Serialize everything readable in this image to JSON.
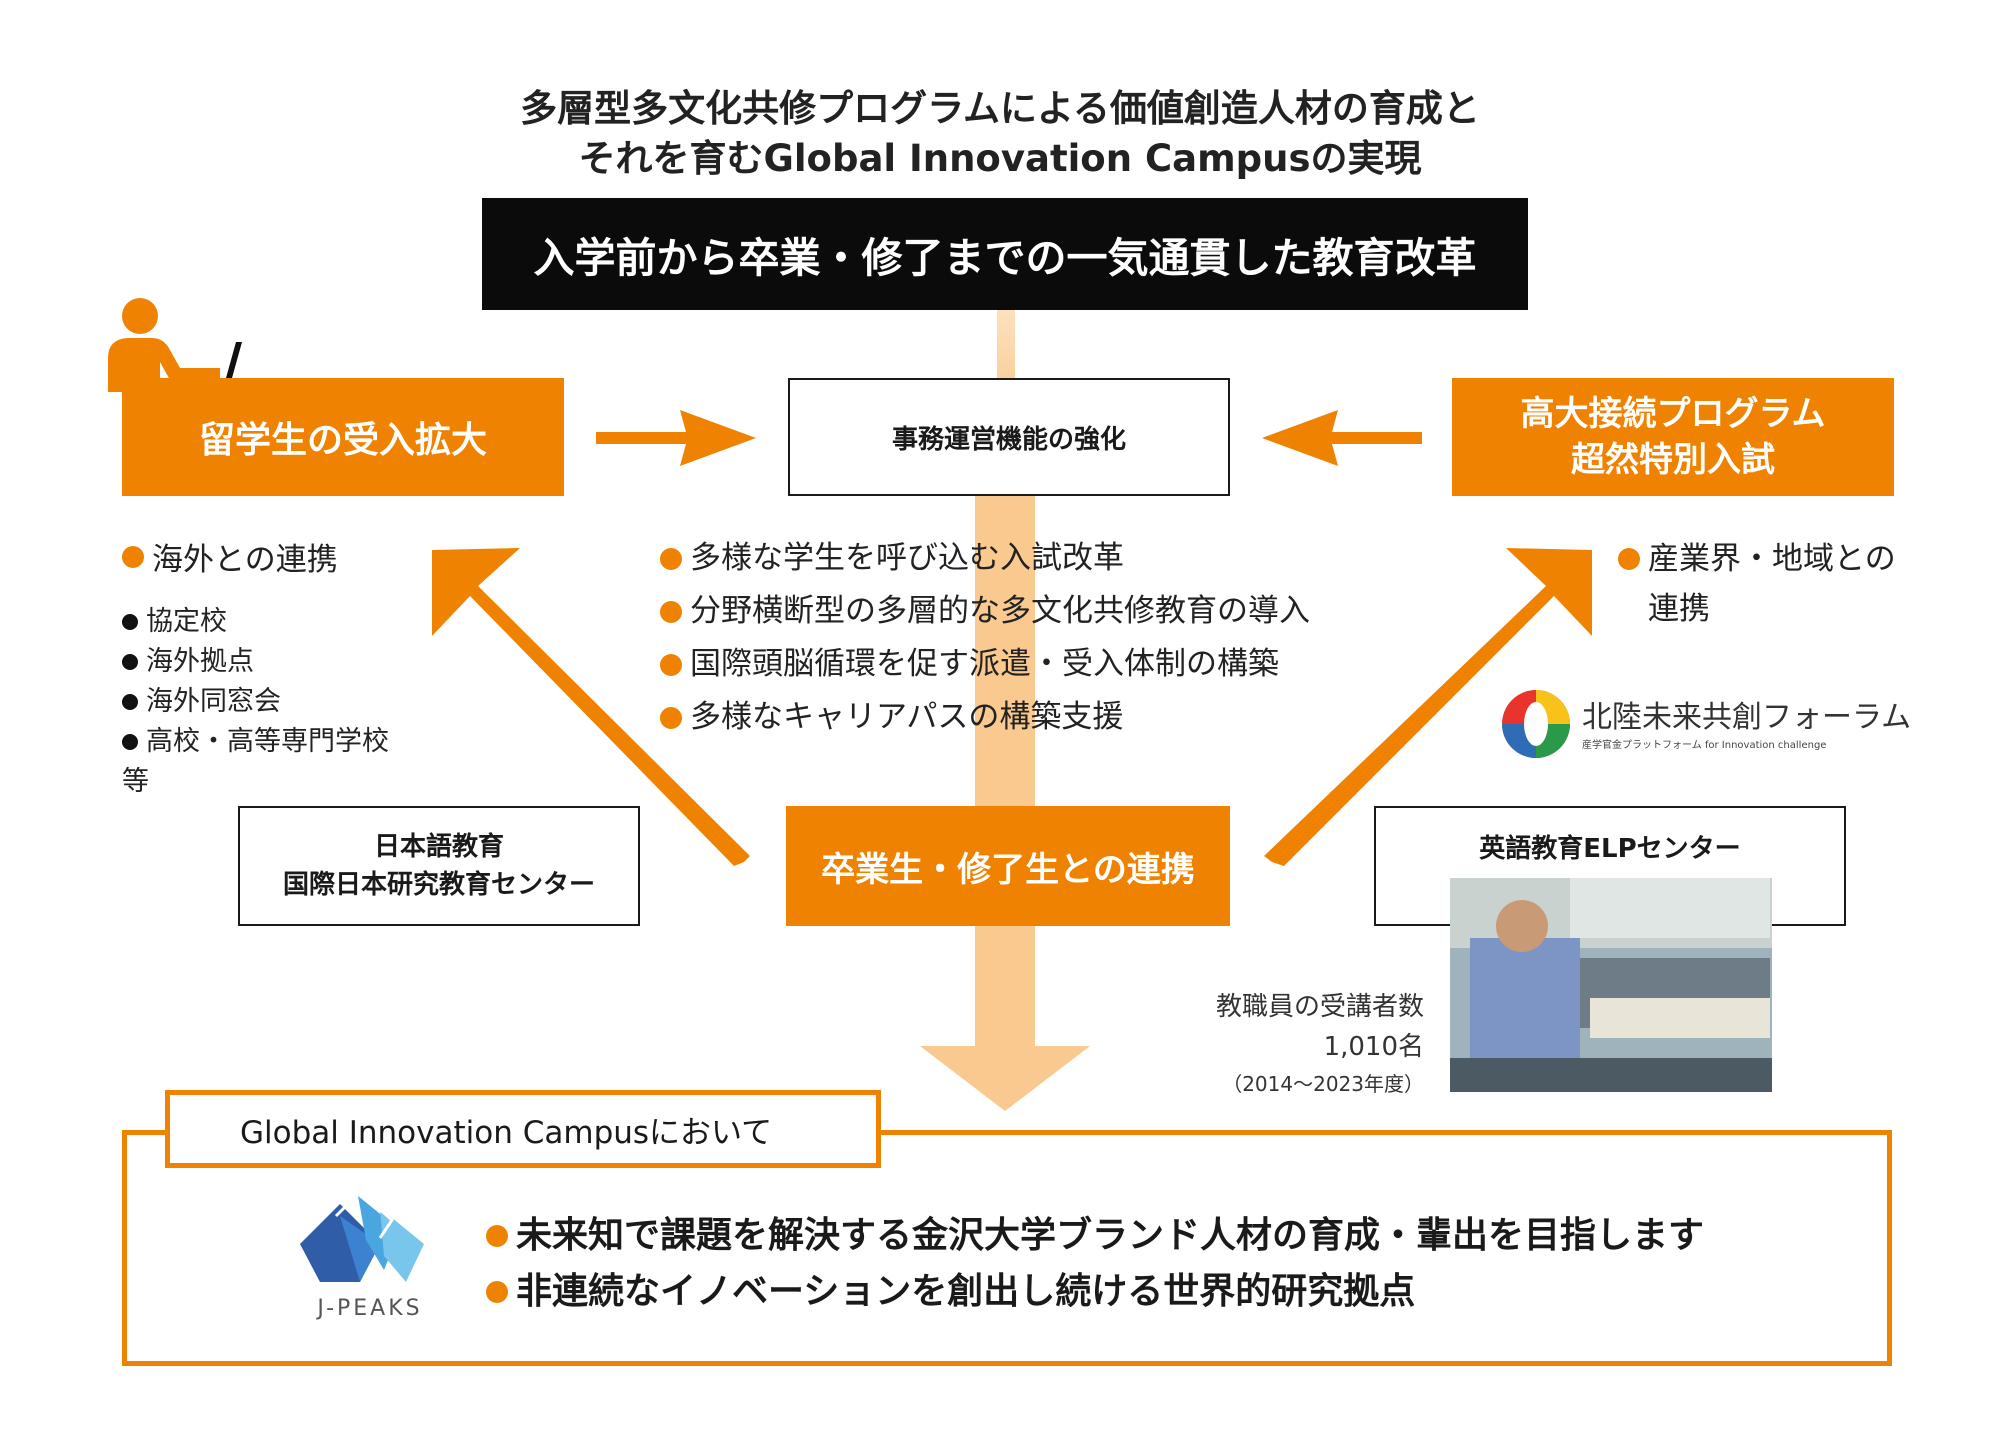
{
  "title": {
    "line1": "多層型多文化共修プログラムによる価値創造人材の育成と",
    "line2": "それを育むGlobal Innovation Campusの実現"
  },
  "banner": "入学前から卒業・修了までの一気通貫した教育改革",
  "left_box": "留学生の受入拡大",
  "center_box": "事務運営機能の強化",
  "right_box": {
    "line1": "高大接続プログラム",
    "line2": "超然特別入試"
  },
  "left_list": {
    "heading": "海外との連携",
    "items": [
      "協定校",
      "海外拠点",
      "海外同窓会",
      "高校・高等専門学校"
    ],
    "tail": "等"
  },
  "center_list": [
    "多様な学生を呼び込む入試改革",
    "分野横断型の多層的な多文化共修教育の導入",
    "国際頭脳循環を促す派遣・受入体制の構築",
    "多様なキャリアパスの構築支援"
  ],
  "right_list": {
    "heading_line1": "産業界・地域との",
    "heading_line2": "連携"
  },
  "forum_logo": {
    "name": "北陸未来共創フォーラム",
    "sub": "産学官金プラットフォーム for Innovation challenge"
  },
  "japanese_center": {
    "line1": "日本語教育",
    "line2": "国際日本研究教育センター"
  },
  "alumni_box": "卒業生・修了生との連携",
  "elp_center": "英語教育ELPセンター",
  "staff": {
    "label": "教職員の受講者数",
    "count": "1,010名",
    "period": "（2014～2023年度）"
  },
  "campus": {
    "tab": "Global Innovation Campusにおいて",
    "items": [
      "未来知で課題を解決する金沢大学ブランド人材の育成・輩出を目指します",
      "非連続なイノベーションを創出し続ける世界的研究拠点"
    ],
    "logo_text": "J-PEAKS"
  },
  "colors": {
    "accent": "#ef8200",
    "light_accent": "#f9c98f",
    "dark": "#0b0b0b"
  },
  "icons": {
    "person": "person-at-laptop-icon",
    "forum": "forum-logo",
    "jpeaks": "jpeaks-logo",
    "photo": "classroom-photo"
  }
}
